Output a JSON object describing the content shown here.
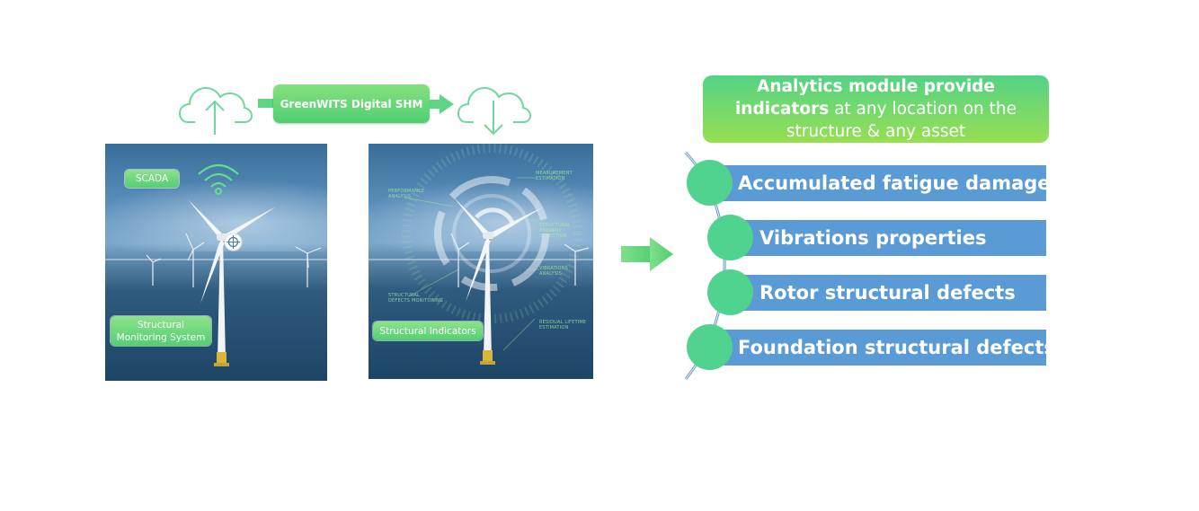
{
  "pipeline": {
    "label": "GreenWITS Digital SHM"
  },
  "left_panel": {
    "scada_label": "SCADA",
    "monitoring_label_line1": "Structural",
    "monitoring_label_line2": "Monitoring System"
  },
  "middle_panel": {
    "indicators_label": "Structural Indicators",
    "hud": {
      "performance": [
        "PERFORMANCE",
        "ANALYSIS"
      ],
      "measurement": [
        "MEASUREMENT",
        "ESTIMATION"
      ],
      "detection": [
        "STRUCTURAL ANOMALY",
        "DETECTION"
      ],
      "vibrations": [
        "VIBRATIONS",
        "ANALYSIS"
      ],
      "defects": [
        "STRUCTURAL",
        "DEFECTS MONITORING"
      ],
      "lifetime": [
        "RESIDUAL LIFETIME",
        "ESTIMATION"
      ]
    }
  },
  "analytics": {
    "line1_bold": "Analytics module provide",
    "line2_bold": "indicators",
    "line2_rest": " at any location on the",
    "line3": "structure & any asset"
  },
  "indicators": [
    "Accumulated fatigue damage",
    "Vibrations properties",
    "Rotor structural defects",
    "Foundation structural defects"
  ],
  "colors": {
    "green_accent": "#53cf74",
    "indicator_bar": "#5b9bd5",
    "indicator_dot": "#50d38e",
    "arrow": "#6fdc7a"
  },
  "icons": {
    "upload": "cloud-upload-icon",
    "download": "cloud-download-icon",
    "wifi": "wifi-icon",
    "target": "crosshair-icon"
  }
}
